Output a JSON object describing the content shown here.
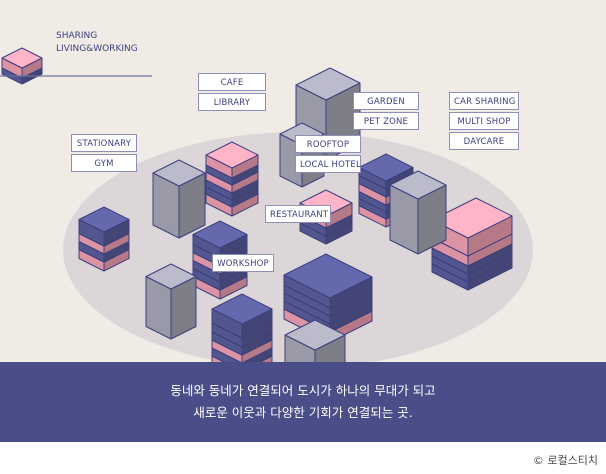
{
  "colors": {
    "background": "#f1ebe6",
    "ellipse": "#ddd6d8",
    "sharing": "#f4a4b6",
    "living_working": "#5b5f9e",
    "grey_block": "#aaaab9",
    "outline": "#3d3f7e",
    "banner": "#4a4e88"
  },
  "legend": {
    "sharing": "SHARING",
    "living_working": "LIVING&WORKING"
  },
  "tags": {
    "cafe": "CAFE",
    "library": "LIBRARY",
    "garden": "GARDEN",
    "pet_zone": "PET ZONE",
    "car_sharing": "CAR SHARING",
    "multi_shop": "MULTI SHOP",
    "daycare": "DAYCARE",
    "stationary": "STATIONARY",
    "gym": "GYM",
    "rooftop": "ROOFTOP",
    "local_hotel": "LOCAL HOTEL",
    "restaurant": "RESTAURANT",
    "workshop": "WORKSHOP"
  },
  "banner": {
    "line1": "동네와 동네가 연결되어 도시가 하나의 무대가 되고",
    "line2": "새로운 이웃과 다양한 기회가 연결되는 곳."
  },
  "copyright": "© 로컬스티치"
}
